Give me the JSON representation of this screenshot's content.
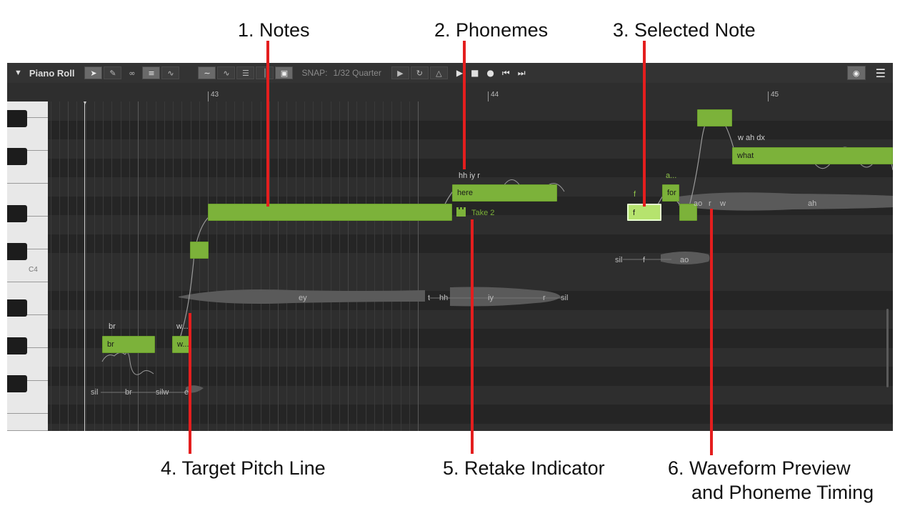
{
  "callouts": {
    "notes": "1. Notes",
    "phonemes": "2. Phonemes",
    "selected_note": "3. Selected Note",
    "target_pitch": "4. Target Pitch Line",
    "retake": "5. Retake Indicator",
    "waveform_line1": "6. Waveform Preview",
    "waveform_line2": "and Phoneme Timing"
  },
  "toolbar": {
    "title": "Piano Roll",
    "snap_label": "SNAP:",
    "snap_value": "1/32 Quarter"
  },
  "ruler": {
    "bars": [
      "43",
      "44",
      "45"
    ]
  },
  "keys": {
    "c4_label": "C4"
  },
  "notes": [
    {
      "lyric": "br",
      "phonemes": "br"
    },
    {
      "lyric": "w...",
      "phonemes": "w..."
    },
    {
      "lyric": "here",
      "phonemes": "hh iy r"
    },
    {
      "lyric": "f",
      "phonemes": "f"
    },
    {
      "lyric": "for",
      "phonemes": "a..."
    },
    {
      "lyric": "what",
      "phonemes": "w ah dx"
    }
  ],
  "phoneme_timings": {
    "row1": [
      "sil",
      "br",
      "silw",
      "e"
    ],
    "row2": [
      "ey",
      "t",
      "hh",
      "iy",
      "r",
      "sil"
    ],
    "row3": [
      "sil",
      "f",
      "ao"
    ],
    "row4": [
      "ao",
      "r",
      "w",
      "ah"
    ]
  },
  "retake": {
    "label": "Take 2"
  },
  "colors": {
    "note_green": "#7cb23a",
    "selected_note": "#b6e36e",
    "callout_red": "#e41e1e",
    "background": "#2b2b2b"
  }
}
